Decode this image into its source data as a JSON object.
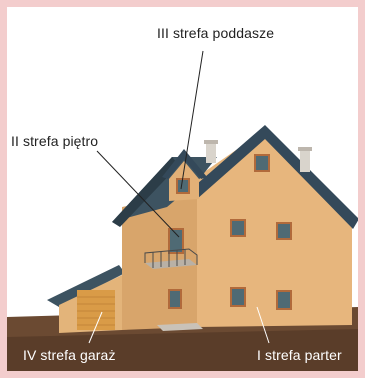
{
  "labels": {
    "attic": "III strefa poddasze",
    "first_floor": "II strefa piętro",
    "garage": "IV strefa garaż",
    "ground_floor": "I strefa parter"
  },
  "colors": {
    "frame": "#f3cdcd",
    "roof": "#3d5361",
    "wall": "#e2b077",
    "ground": "#6b4a32",
    "garage_door": "#d99b47"
  }
}
